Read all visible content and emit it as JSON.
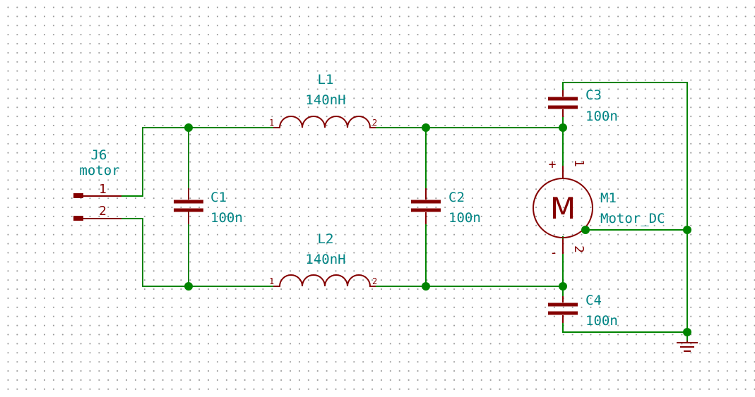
{
  "connector": {
    "ref": "J6",
    "value": "motor",
    "pin1": "1",
    "pin2": "2"
  },
  "inductor_l1": {
    "ref": "L1",
    "value": "140nH",
    "pin1": "1",
    "pin2": "2"
  },
  "inductor_l2": {
    "ref": "L2",
    "value": "140nH",
    "pin1": "1",
    "pin2": "2"
  },
  "cap_c1": {
    "ref": "C1",
    "value": "100n"
  },
  "cap_c2": {
    "ref": "C2",
    "value": "100n"
  },
  "cap_c3": {
    "ref": "C3",
    "value": "100n"
  },
  "cap_c4": {
    "ref": "C4",
    "value": "100n"
  },
  "motor": {
    "ref": "M1",
    "value": "Motor_DC",
    "symbol": "M",
    "plus": "+",
    "minus": "-",
    "pin1": "1",
    "pin2": "2"
  },
  "colors": {
    "wire": "#008400",
    "symbol": "#840000",
    "label": "#008484",
    "background": "#ffffff"
  }
}
